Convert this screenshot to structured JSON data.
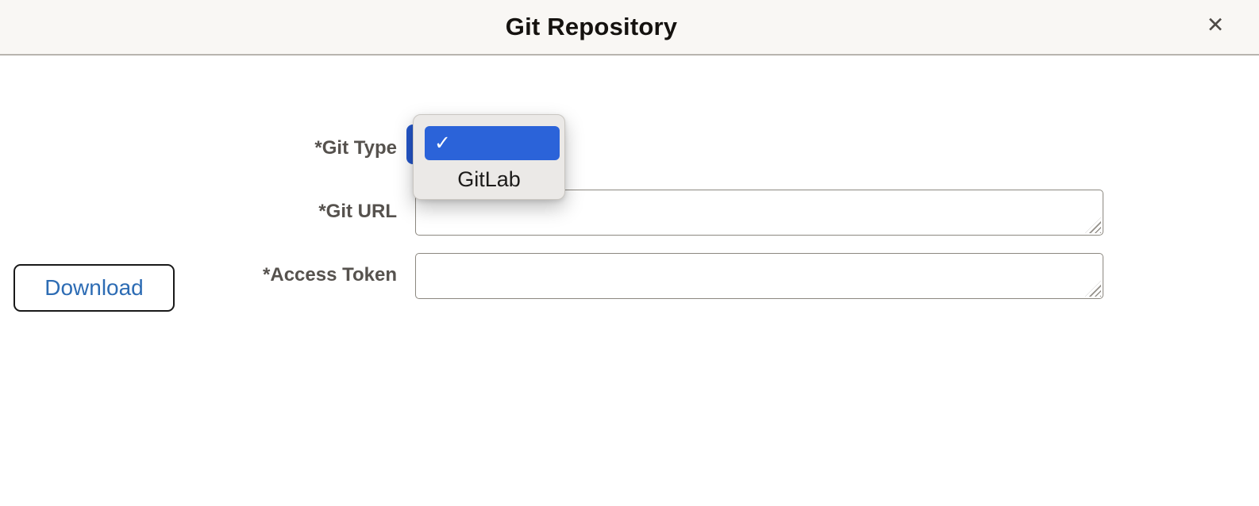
{
  "dialog": {
    "title": "Git Repository"
  },
  "icons": {
    "close": "✕",
    "check": "✓"
  },
  "form": {
    "git_type": {
      "label": "*Git Type",
      "selected_value": ""
    },
    "git_url": {
      "label": "*Git URL",
      "value": "",
      "placeholder": ""
    },
    "access_token": {
      "label": "*Access Token",
      "value": "",
      "placeholder": ""
    }
  },
  "dropdown": {
    "options": [
      {
        "label": "",
        "selected": true
      },
      {
        "label": "GitLab",
        "selected": false
      }
    ]
  },
  "actions": {
    "download_label": "Download"
  },
  "colors": {
    "accent_blue": "#2b63d9",
    "focus_blue": "#2456c9",
    "button_text_blue": "#2d6cb4",
    "header_background": "#f9f7f4",
    "popup_background": "#ebe9e7"
  }
}
